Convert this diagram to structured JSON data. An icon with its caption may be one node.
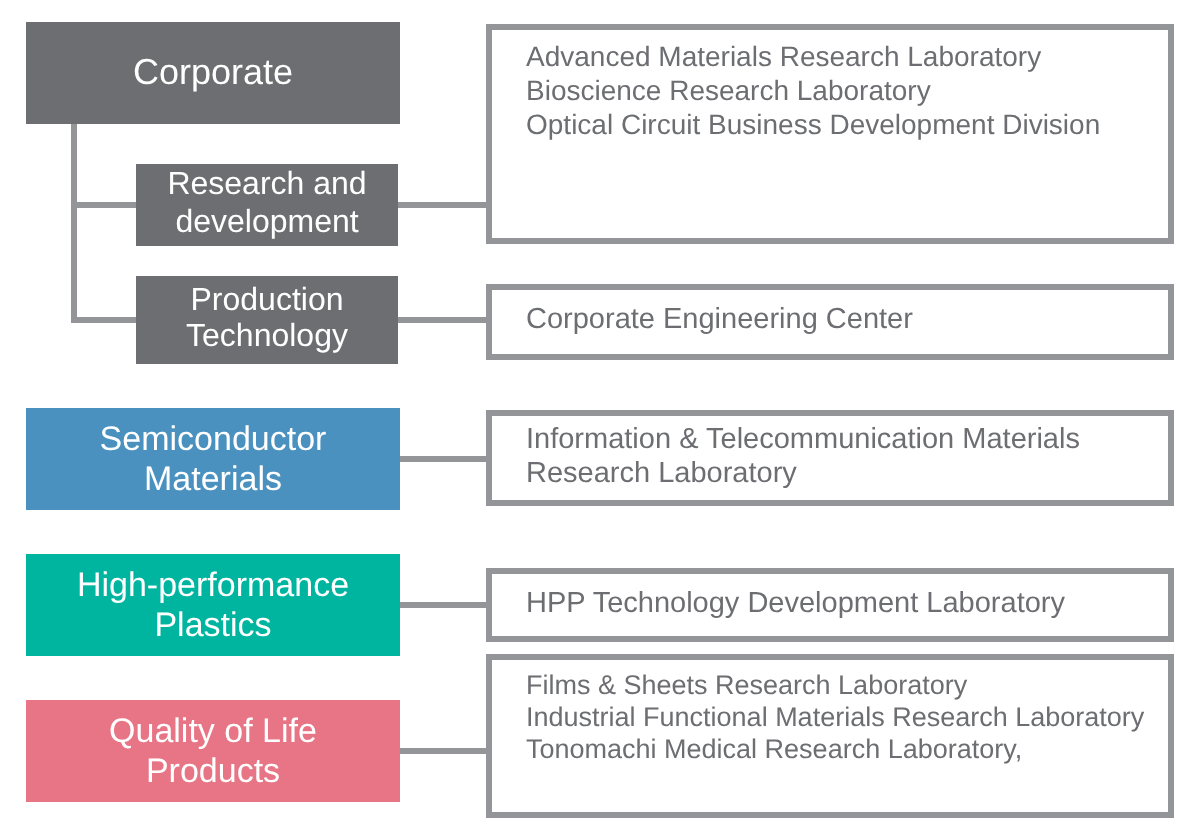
{
  "diagram": {
    "nodes": [
      {
        "text": [
          "Corporate"
        ]
      },
      {
        "text": [
          "Research and development"
        ]
      },
      {
        "text": [
          "Production Technology"
        ]
      },
      {
        "text": [
          "Advanced Materials Research Laboratory",
          "Bioscience Research Laboratory",
          "Optical Circuit Business Development Division"
        ]
      },
      {
        "text": [
          "Corporate Engineering Center"
        ]
      },
      {
        "text": [
          "Semiconductor Materials"
        ]
      },
      {
        "text": [
          "Information & Telecommunication Materials Research Laboratory"
        ]
      },
      {
        "text": [
          "High-performance Plastics"
        ]
      },
      {
        "text": [
          "HPP Technology Development Laboratory"
        ]
      },
      {
        "text": [
          "Quality of Life Products"
        ]
      },
      {
        "text": [
          "Films & Sheets Research Laboratory",
          "Industrial Functional Materials Research Laboratory",
          "Tonomachi Medical Research Laboratory,"
        ]
      }
    ],
    "edges": [
      {
        "from": 0,
        "to": 1,
        "arrow": "none"
      },
      {
        "from": 0,
        "to": 2,
        "arrow": "none"
      },
      {
        "from": 1,
        "to": 3,
        "arrow": "none"
      },
      {
        "from": 2,
        "to": 4,
        "arrow": "none"
      },
      {
        "from": 5,
        "to": 6,
        "arrow": "none"
      },
      {
        "from": 7,
        "to": 8,
        "arrow": "none"
      },
      {
        "from": 9,
        "to": 10,
        "arrow": "none"
      }
    ]
  }
}
